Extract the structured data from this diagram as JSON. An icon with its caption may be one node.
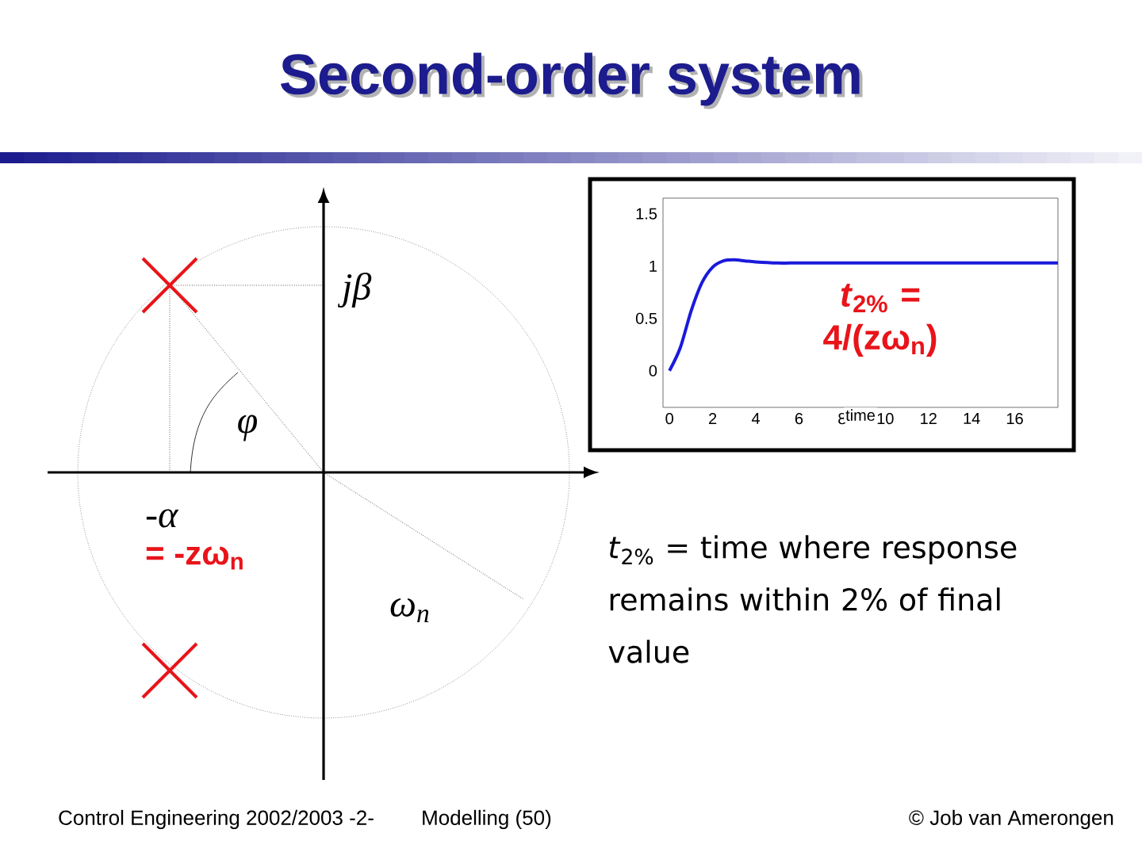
{
  "diagram": {
    "title": "Second-order system",
    "labels": [
      "jβ",
      "φ",
      "-α",
      "= -zω$_{n}$",
      "ω$_{n}$",
      "*t*$_{2%}$ = 4/(zω$_{n}$)",
      "*t*$_{2%}$ = time where response remains within 2% of final value",
      "Control Engineering 2002/2003 -2-",
      "Modelling  (50)",
      "© Job van Amerongen"
    ],
    "chart_data": {
      "type": "line",
      "xlabel": "time",
      "x": [
        0,
        0.5,
        1,
        1.5,
        2,
        2.5,
        3,
        3.5,
        4,
        5,
        6,
        8,
        10,
        12,
        14,
        16,
        18
      ],
      "series": [
        {
          "color": "#1a1adc",
          "values": [
            0,
            0.22,
            0.57,
            0.84,
            0.99,
            1.05,
            1.06,
            1.05,
            1.04,
            1.03,
            1.03,
            1.03,
            1.03,
            1.03,
            1.03,
            1.03,
            1.03
          ]
        }
      ],
      "xlim": [
        -0.3,
        18
      ],
      "ylim": [
        -0.35,
        1.65
      ],
      "xticks": [
        0,
        2,
        4,
        6,
        8,
        10,
        12,
        14,
        16
      ],
      "yticks": [
        0,
        0.5,
        1,
        1.5
      ]
    }
  }
}
